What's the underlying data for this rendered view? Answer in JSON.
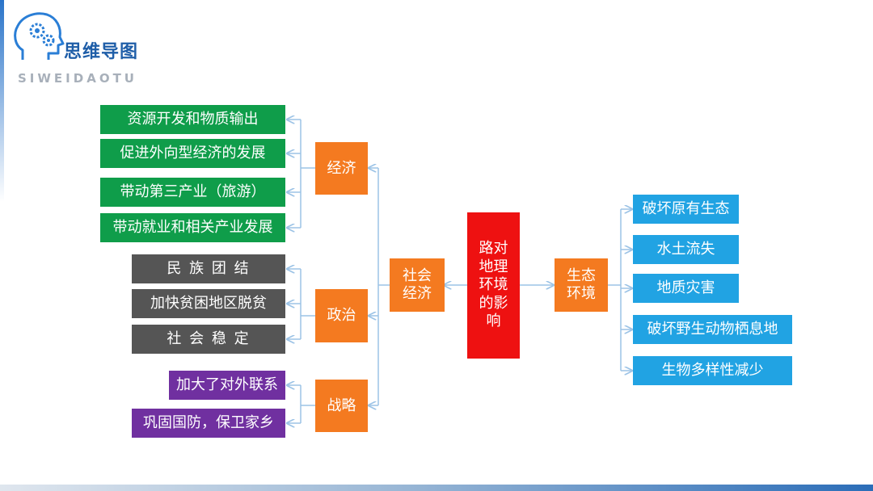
{
  "header": {
    "title": "思维导图",
    "subtitle": "SIWEIDAOTU",
    "logo_icon": "brain-gears-icon"
  },
  "colors": {
    "accent_blue": "#1f5ea8",
    "green": "#0f9d4a",
    "gray": "#555555",
    "purple": "#7030a0",
    "orange": "#f47a20",
    "red": "#ee1111",
    "light_blue": "#21a3e3",
    "connector": "#9cc3e6"
  },
  "mindmap": {
    "center": "路对地理环境的影响",
    "left_branch": {
      "label": "社会经济",
      "groups": [
        {
          "label": "经济",
          "items": [
            "资源开发和物质输出",
            "促进外向型经济的发展",
            "带动第三产业（旅游）",
            "带动就业和相关产业发展"
          ]
        },
        {
          "label": "政治",
          "items": [
            "民 族 团 结",
            "加快贫困地区脱贫",
            "社 会 稳 定"
          ]
        },
        {
          "label": "战略",
          "items": [
            "加大了对外联系",
            "巩固国防，保卫家乡"
          ]
        }
      ]
    },
    "right_branch": {
      "label": "生态环境",
      "items": [
        "破坏原有生态",
        "水土流失",
        "地质灾害",
        "破坏野生动物栖息地",
        "生物多样性减少"
      ]
    }
  }
}
